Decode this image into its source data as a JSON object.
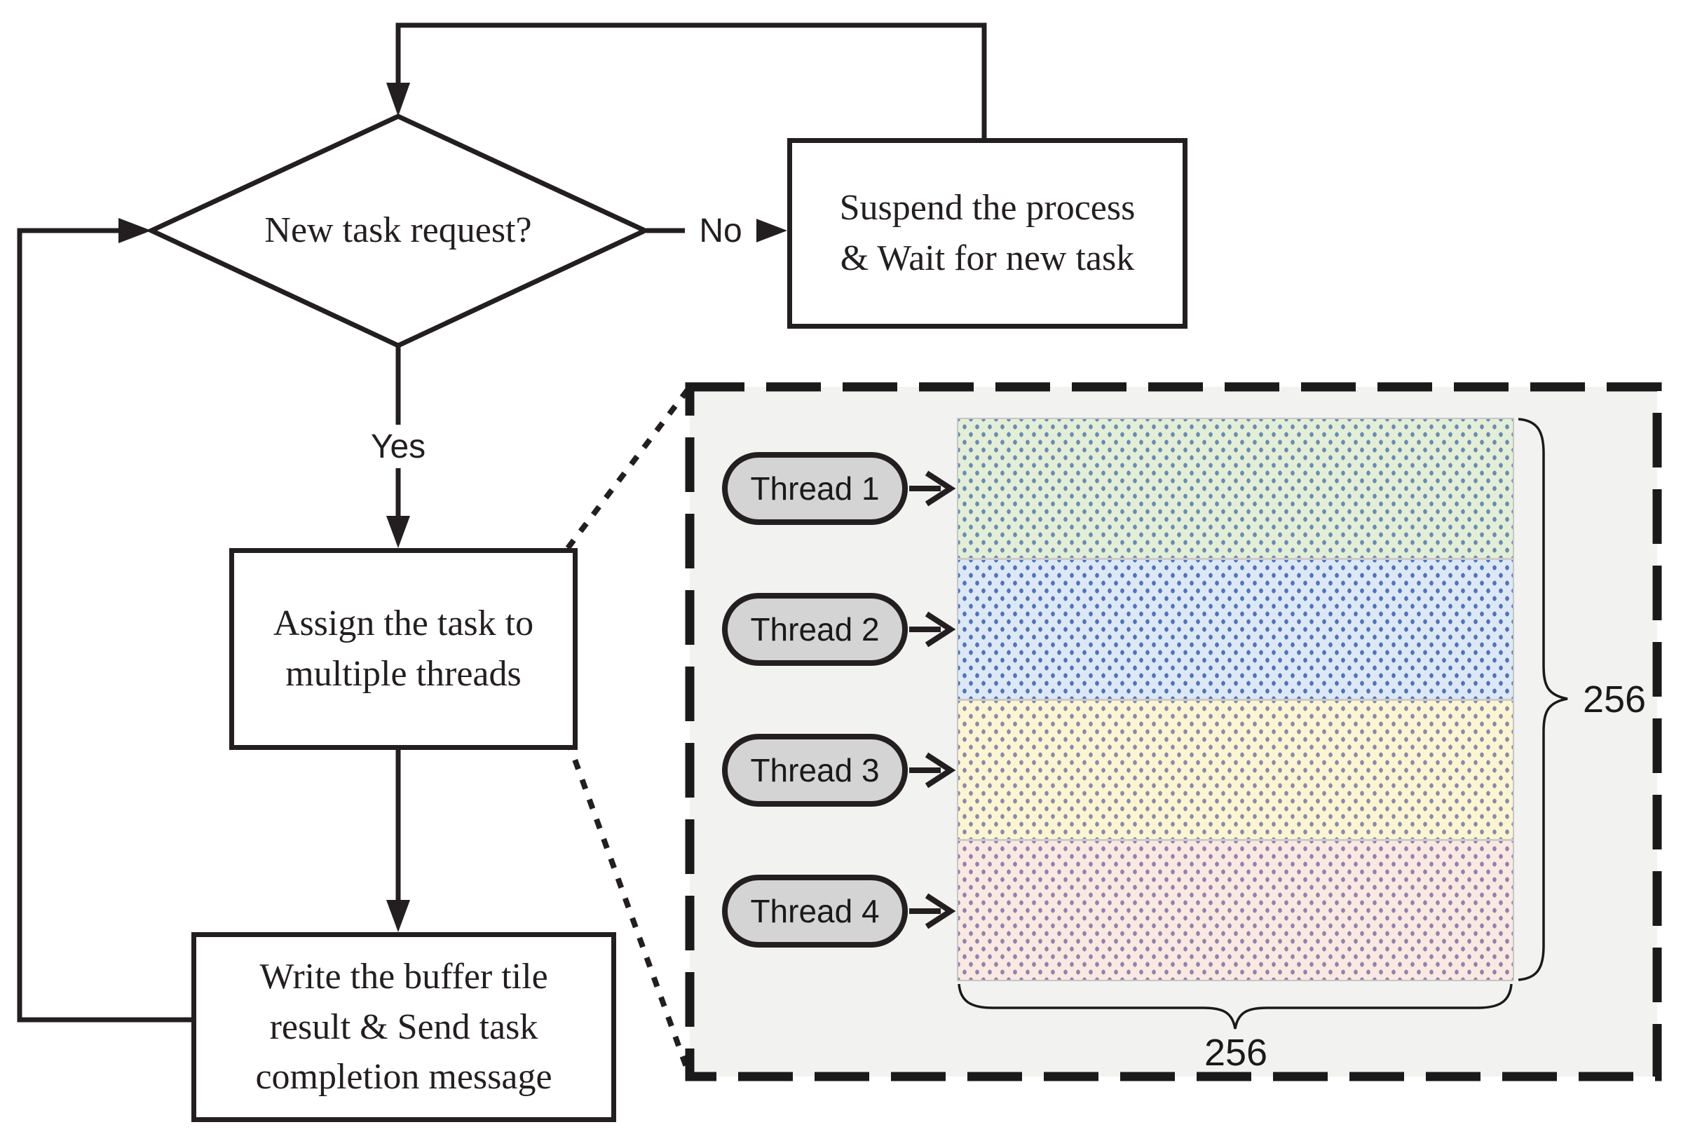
{
  "figure": {
    "decision": "New task request?",
    "no_label": "No",
    "yes_label": "Yes",
    "suspend_lines": [
      "Suspend the process",
      "& Wait for new task"
    ],
    "assign_lines": [
      "Assign the task to",
      "multiple threads"
    ],
    "write_lines": [
      "Write the buffer tile",
      "result & Send task",
      "completion message"
    ]
  },
  "inset": {
    "threads": [
      {
        "label": "Thread 1",
        "stripe_color": "#e3eed8",
        "dot_color": "#6b8cb0"
      },
      {
        "label": "Thread 2",
        "stripe_color": "#dce8f6",
        "dot_color": "#5373b5"
      },
      {
        "label": "Thread 3",
        "stripe_color": "#fcf5d3",
        "dot_color": "#8d8aa7"
      },
      {
        "label": "Thread 4",
        "stripe_color": "#f9e9e2",
        "dot_color": "#9482ac"
      }
    ],
    "height_label": "256",
    "width_label": "256",
    "colors": {
      "background": "#f2f2f1",
      "pill_fill": "#d4d4d4",
      "line": "#231f20",
      "stripe_border": "#c6c6c6"
    }
  }
}
